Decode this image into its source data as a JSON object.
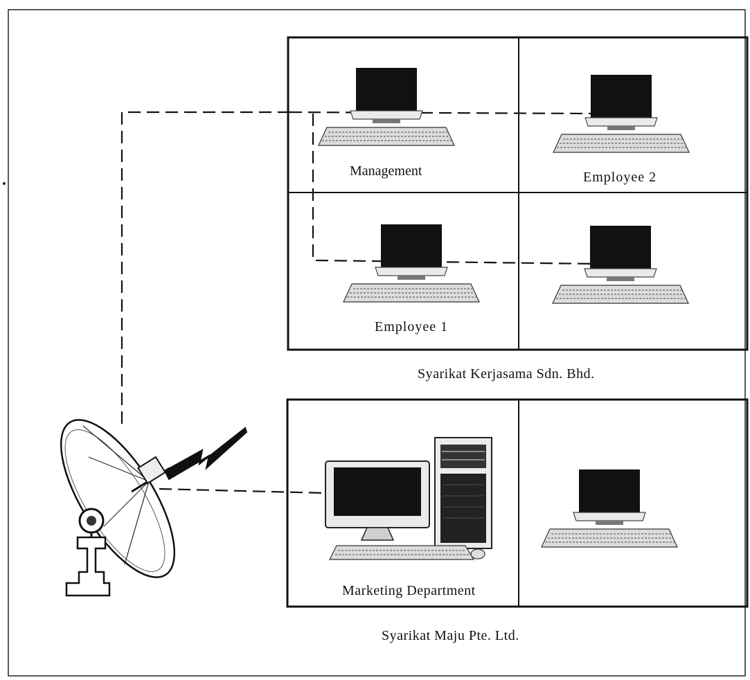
{
  "company_1": {
    "name": "Syarikat Kerjasama Sdn. Bhd.",
    "cells": {
      "top_left": "Management",
      "top_right": "Employee 2",
      "bottom_left": "Employee 1",
      "bottom_right": ""
    }
  },
  "company_2": {
    "name": "Syarikat Maju Pte. Ltd.",
    "cells": {
      "left": "Marketing Department",
      "right": ""
    }
  },
  "icons": [
    "satellite-dish-icon",
    "lightning-bolt-icon",
    "computer-icon",
    "desktop-tower-computer-icon"
  ],
  "colors": {
    "line": "#111111",
    "background": "#ffffff"
  }
}
